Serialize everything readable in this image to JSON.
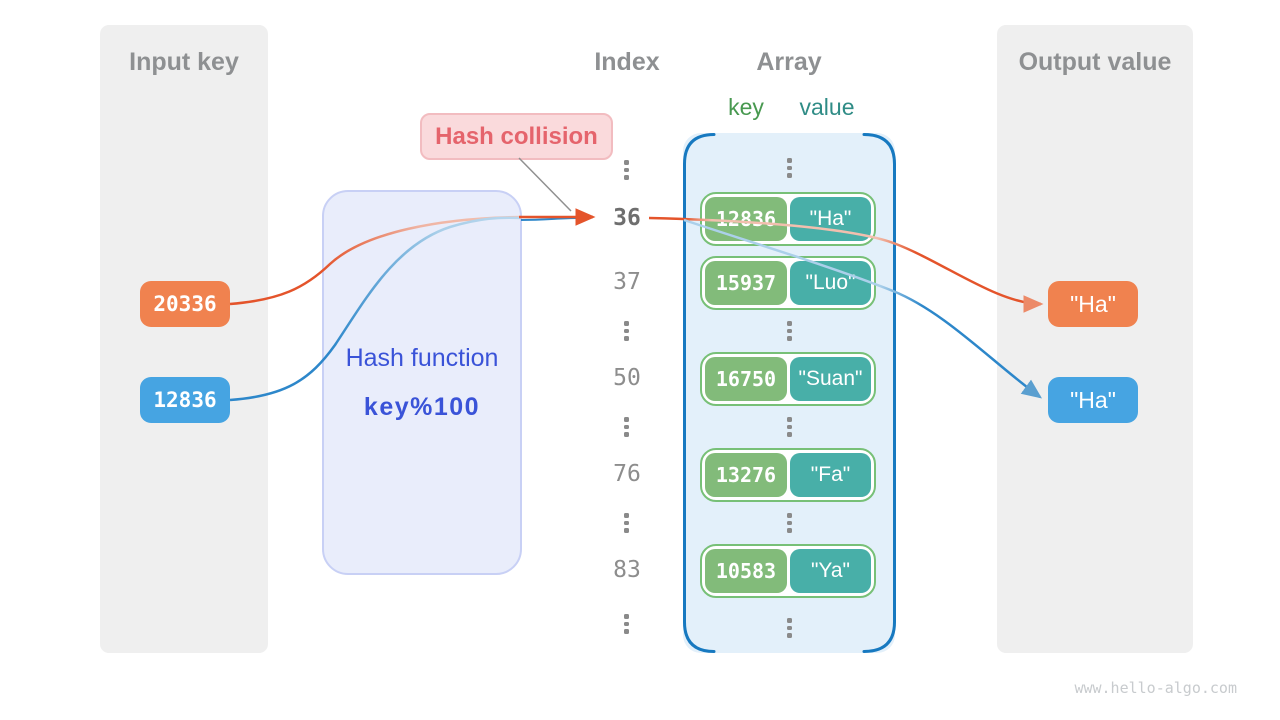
{
  "colors": {
    "orange": "#F0824F",
    "blue": "#46A4E2",
    "green_key_pill": "#82BB7A",
    "teal_value_pill": "#48AFA8",
    "entry_border": "#77C077",
    "array_bg": "#E3F0FA",
    "array_bracket": "#1779C0",
    "hash_box_bg": "#E9EDFB",
    "hash_box_border": "#C8D0F5",
    "hash_text": "#3A53D8",
    "collision_bg": "#FADADC",
    "collision_border": "#F2BCC0",
    "collision_text": "#E5646C",
    "panel_bg": "#EFEFEF",
    "heading_gray": "#8E9092",
    "index_gray": "#8D8D8D",
    "arrow_orange": "#E4542B",
    "arrow_blue": "#2D87CA",
    "key_header_green": "#489950",
    "value_header_teal": "#2F8C86"
  },
  "input_panel": {
    "title": "Input key",
    "keys": [
      {
        "label": "20336"
      },
      {
        "label": "12836"
      }
    ]
  },
  "hash_function": {
    "title": "Hash function",
    "formula": "key%100"
  },
  "collision": {
    "label": "Hash collision"
  },
  "index_column": {
    "title": "Index",
    "items": [
      {
        "label": "36"
      },
      {
        "label": "37"
      },
      {
        "label": "50"
      },
      {
        "label": "76"
      },
      {
        "label": "83"
      }
    ]
  },
  "array": {
    "title": "Array",
    "key_header": "key",
    "value_header": "value",
    "entries": [
      {
        "key": "12836",
        "value": "\"Ha\""
      },
      {
        "key": "15937",
        "value": "\"Luo\""
      },
      {
        "key": "16750",
        "value": "\"Suan\""
      },
      {
        "key": "13276",
        "value": "\"Fa\""
      },
      {
        "key": "10583",
        "value": "\"Ya\""
      }
    ]
  },
  "output_panel": {
    "title": "Output value",
    "values": [
      {
        "label": "\"Ha\""
      },
      {
        "label": "\"Ha\""
      }
    ]
  },
  "watermark": "www.hello-algo.com"
}
